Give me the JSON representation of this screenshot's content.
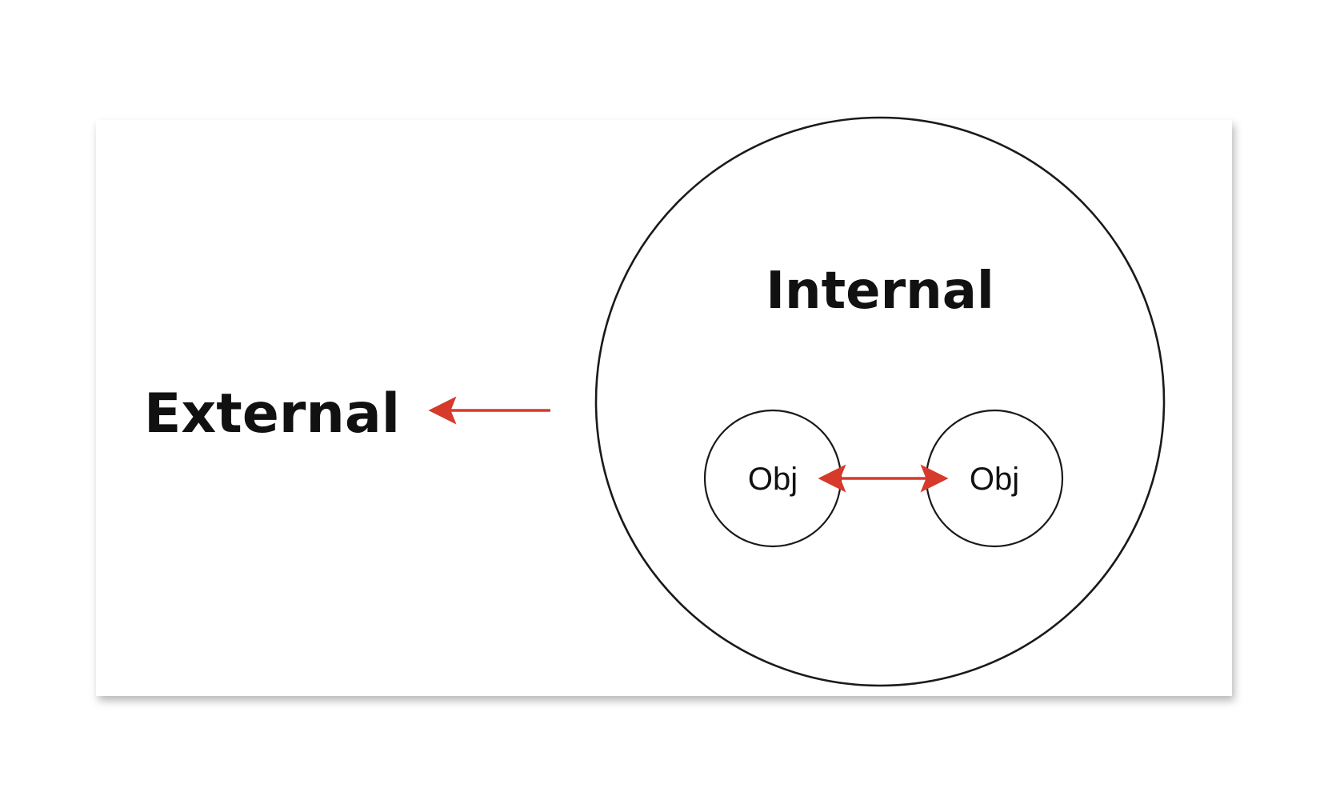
{
  "diagram": {
    "external_label": "External",
    "internal_label": "Internal",
    "objects": [
      {
        "label": "Obj"
      },
      {
        "label": "Obj"
      }
    ],
    "colors": {
      "arrow": "#d63a2a",
      "stroke": "#1a1a1a",
      "text": "#111111",
      "background": "#ffffff"
    }
  }
}
